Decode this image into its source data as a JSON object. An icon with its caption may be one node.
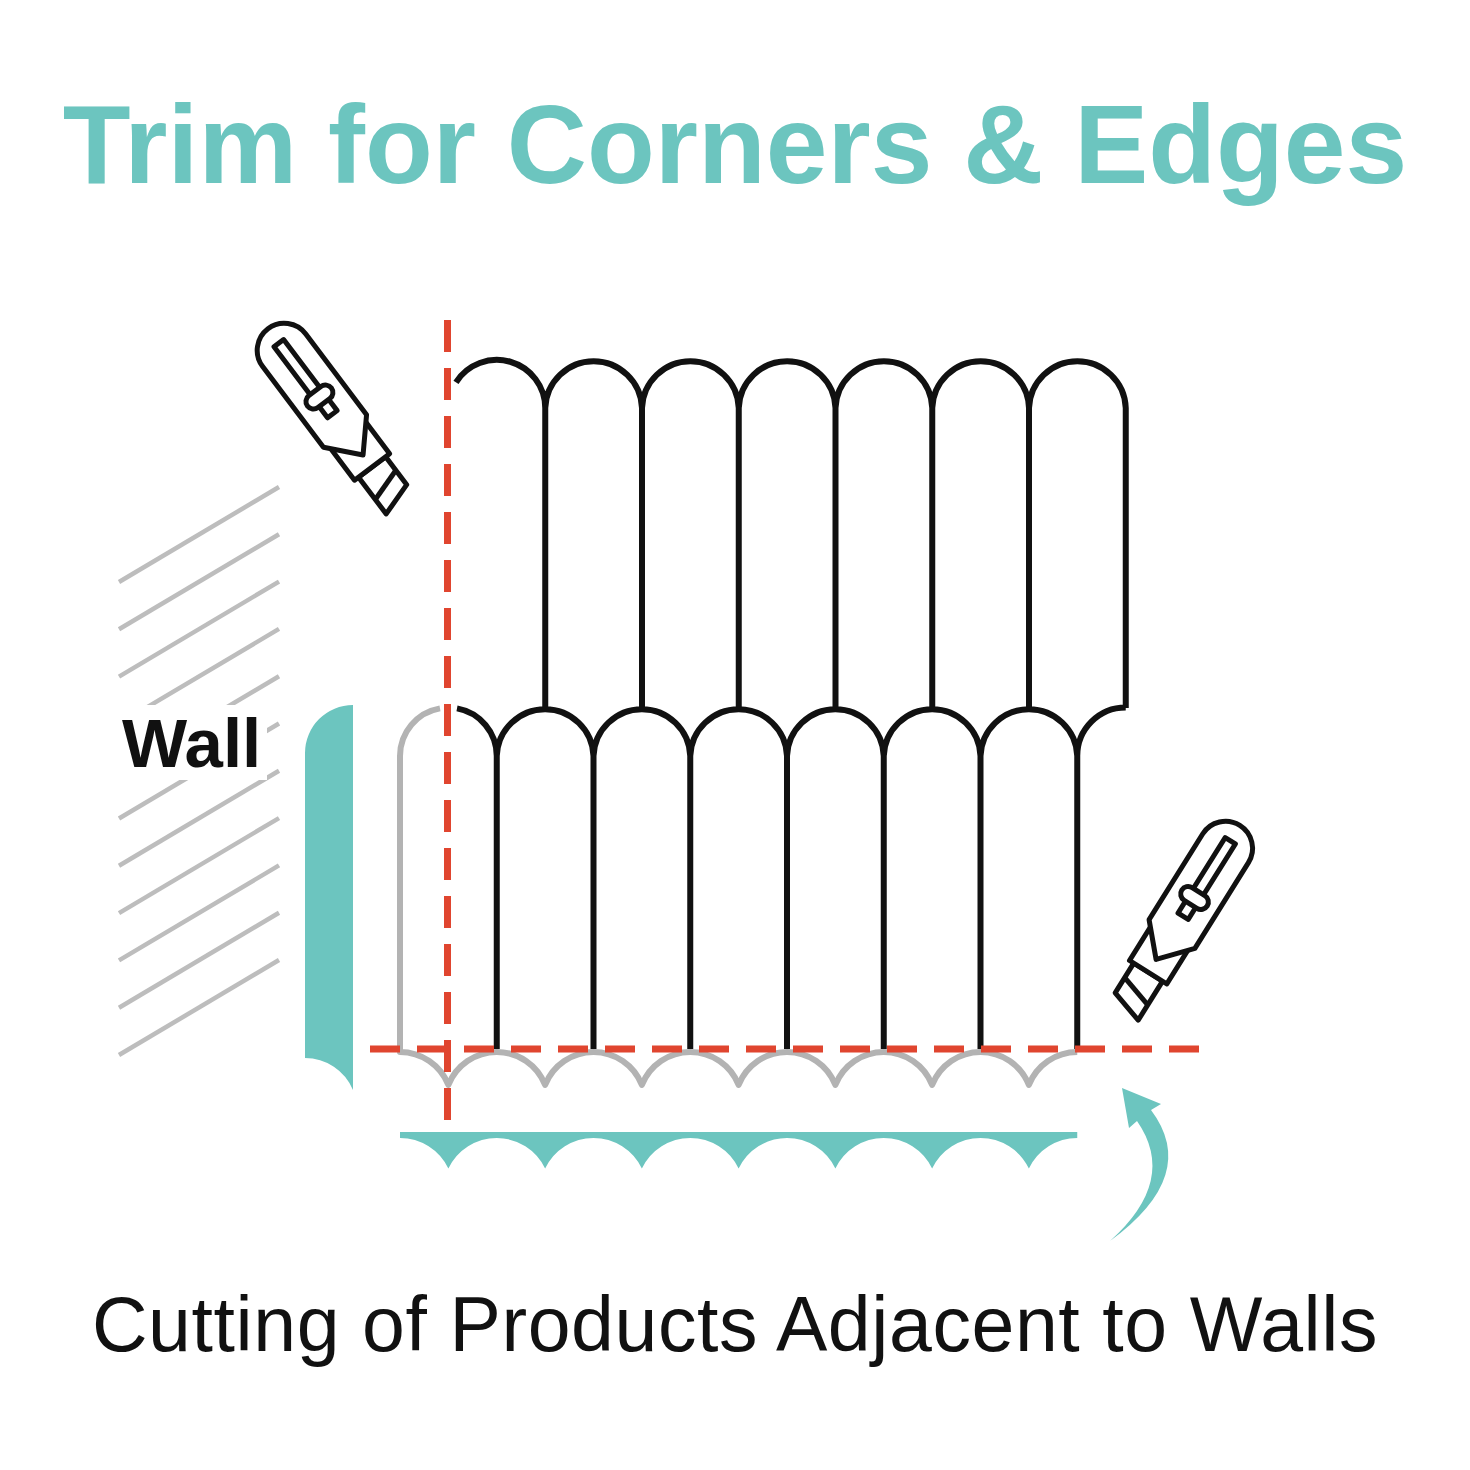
{
  "diagram": {
    "title": "Trim for Corners & Edges",
    "caption": "Cutting of Products Adjacent to Walls",
    "labels": [
      "Wall"
    ]
  }
}
